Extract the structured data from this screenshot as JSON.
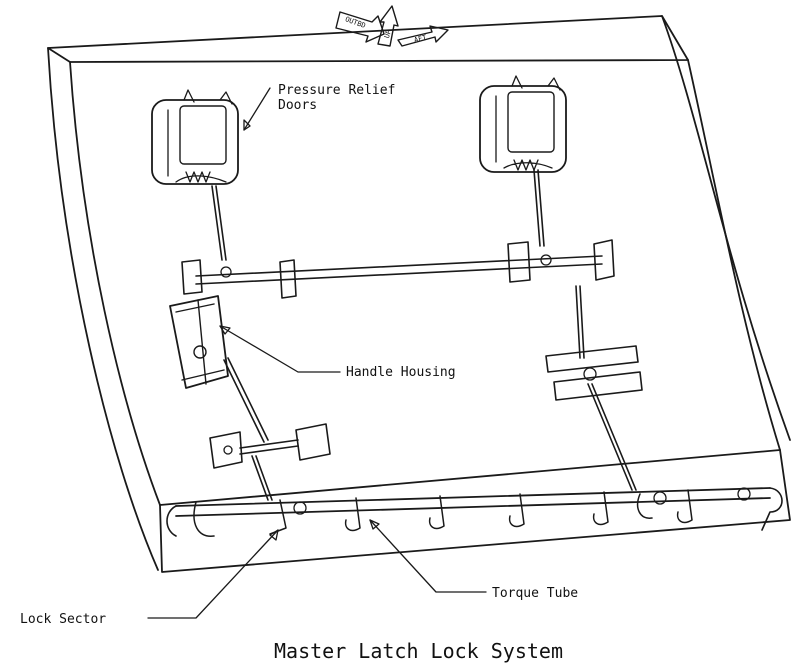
{
  "direction_arrows": [
    "OUTBD",
    "UP",
    "AFT"
  ],
  "labels": {
    "pressure_relief_doors_line1": "Pressure Relief",
    "pressure_relief_doors_line2": "Doors",
    "handle_housing": "Handle Housing",
    "torque_tube": "Torque Tube",
    "lock_sector": "Lock Sector"
  },
  "caption": "Master Latch Lock System"
}
